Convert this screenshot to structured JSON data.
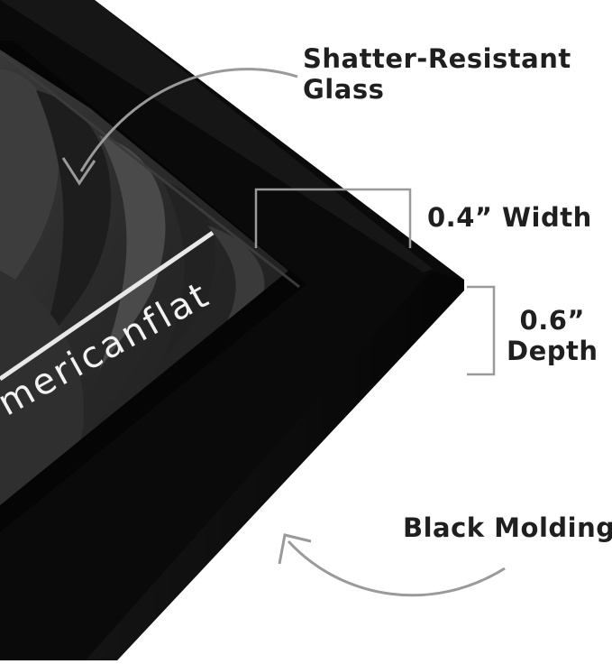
{
  "annotations": {
    "glass": {
      "line1": "Shatter-Resistant",
      "line2": "Glass"
    },
    "width": "0.4” Width",
    "depth": {
      "line1": "0.6”",
      "line2": "Depth"
    },
    "molding": "Black Molding"
  },
  "brand_text": "mericanflat",
  "colors": {
    "frame": "#0b0b0b",
    "frame_edge": "#1c1c1c",
    "artwork": "#2b2b2b",
    "mat_line": "#e8e8e8",
    "callout_line": "#9a9a9a",
    "text": "#1f1f1f",
    "background": "#ffffff"
  }
}
